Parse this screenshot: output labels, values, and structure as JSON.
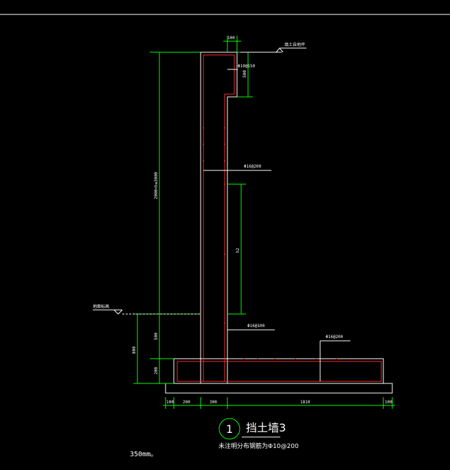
{
  "drawing": {
    "title": "挡土墙3",
    "detail_number": "1",
    "note": "未注明分布钢筋为Φ10@200",
    "footer_note": "350mm。",
    "label_fill_top": "填土自地坪",
    "label_ground": "地面标高"
  },
  "dimensions": {
    "top_width": "100",
    "upper_segment": "500",
    "wall_height": "2000<h≤3000",
    "h2": "h2",
    "lower_segment": "500",
    "base_thickness": "200",
    "total_lower": "800",
    "bottom_100_left": "100",
    "bottom_200": "200",
    "bottom_300": "300",
    "bottom_main": "1810",
    "bottom_100_right": "100"
  },
  "rebar": {
    "top": "Φ10@150",
    "wall": "Φ16@200",
    "lower": "Φ16@100",
    "base": "Φ16@200"
  }
}
